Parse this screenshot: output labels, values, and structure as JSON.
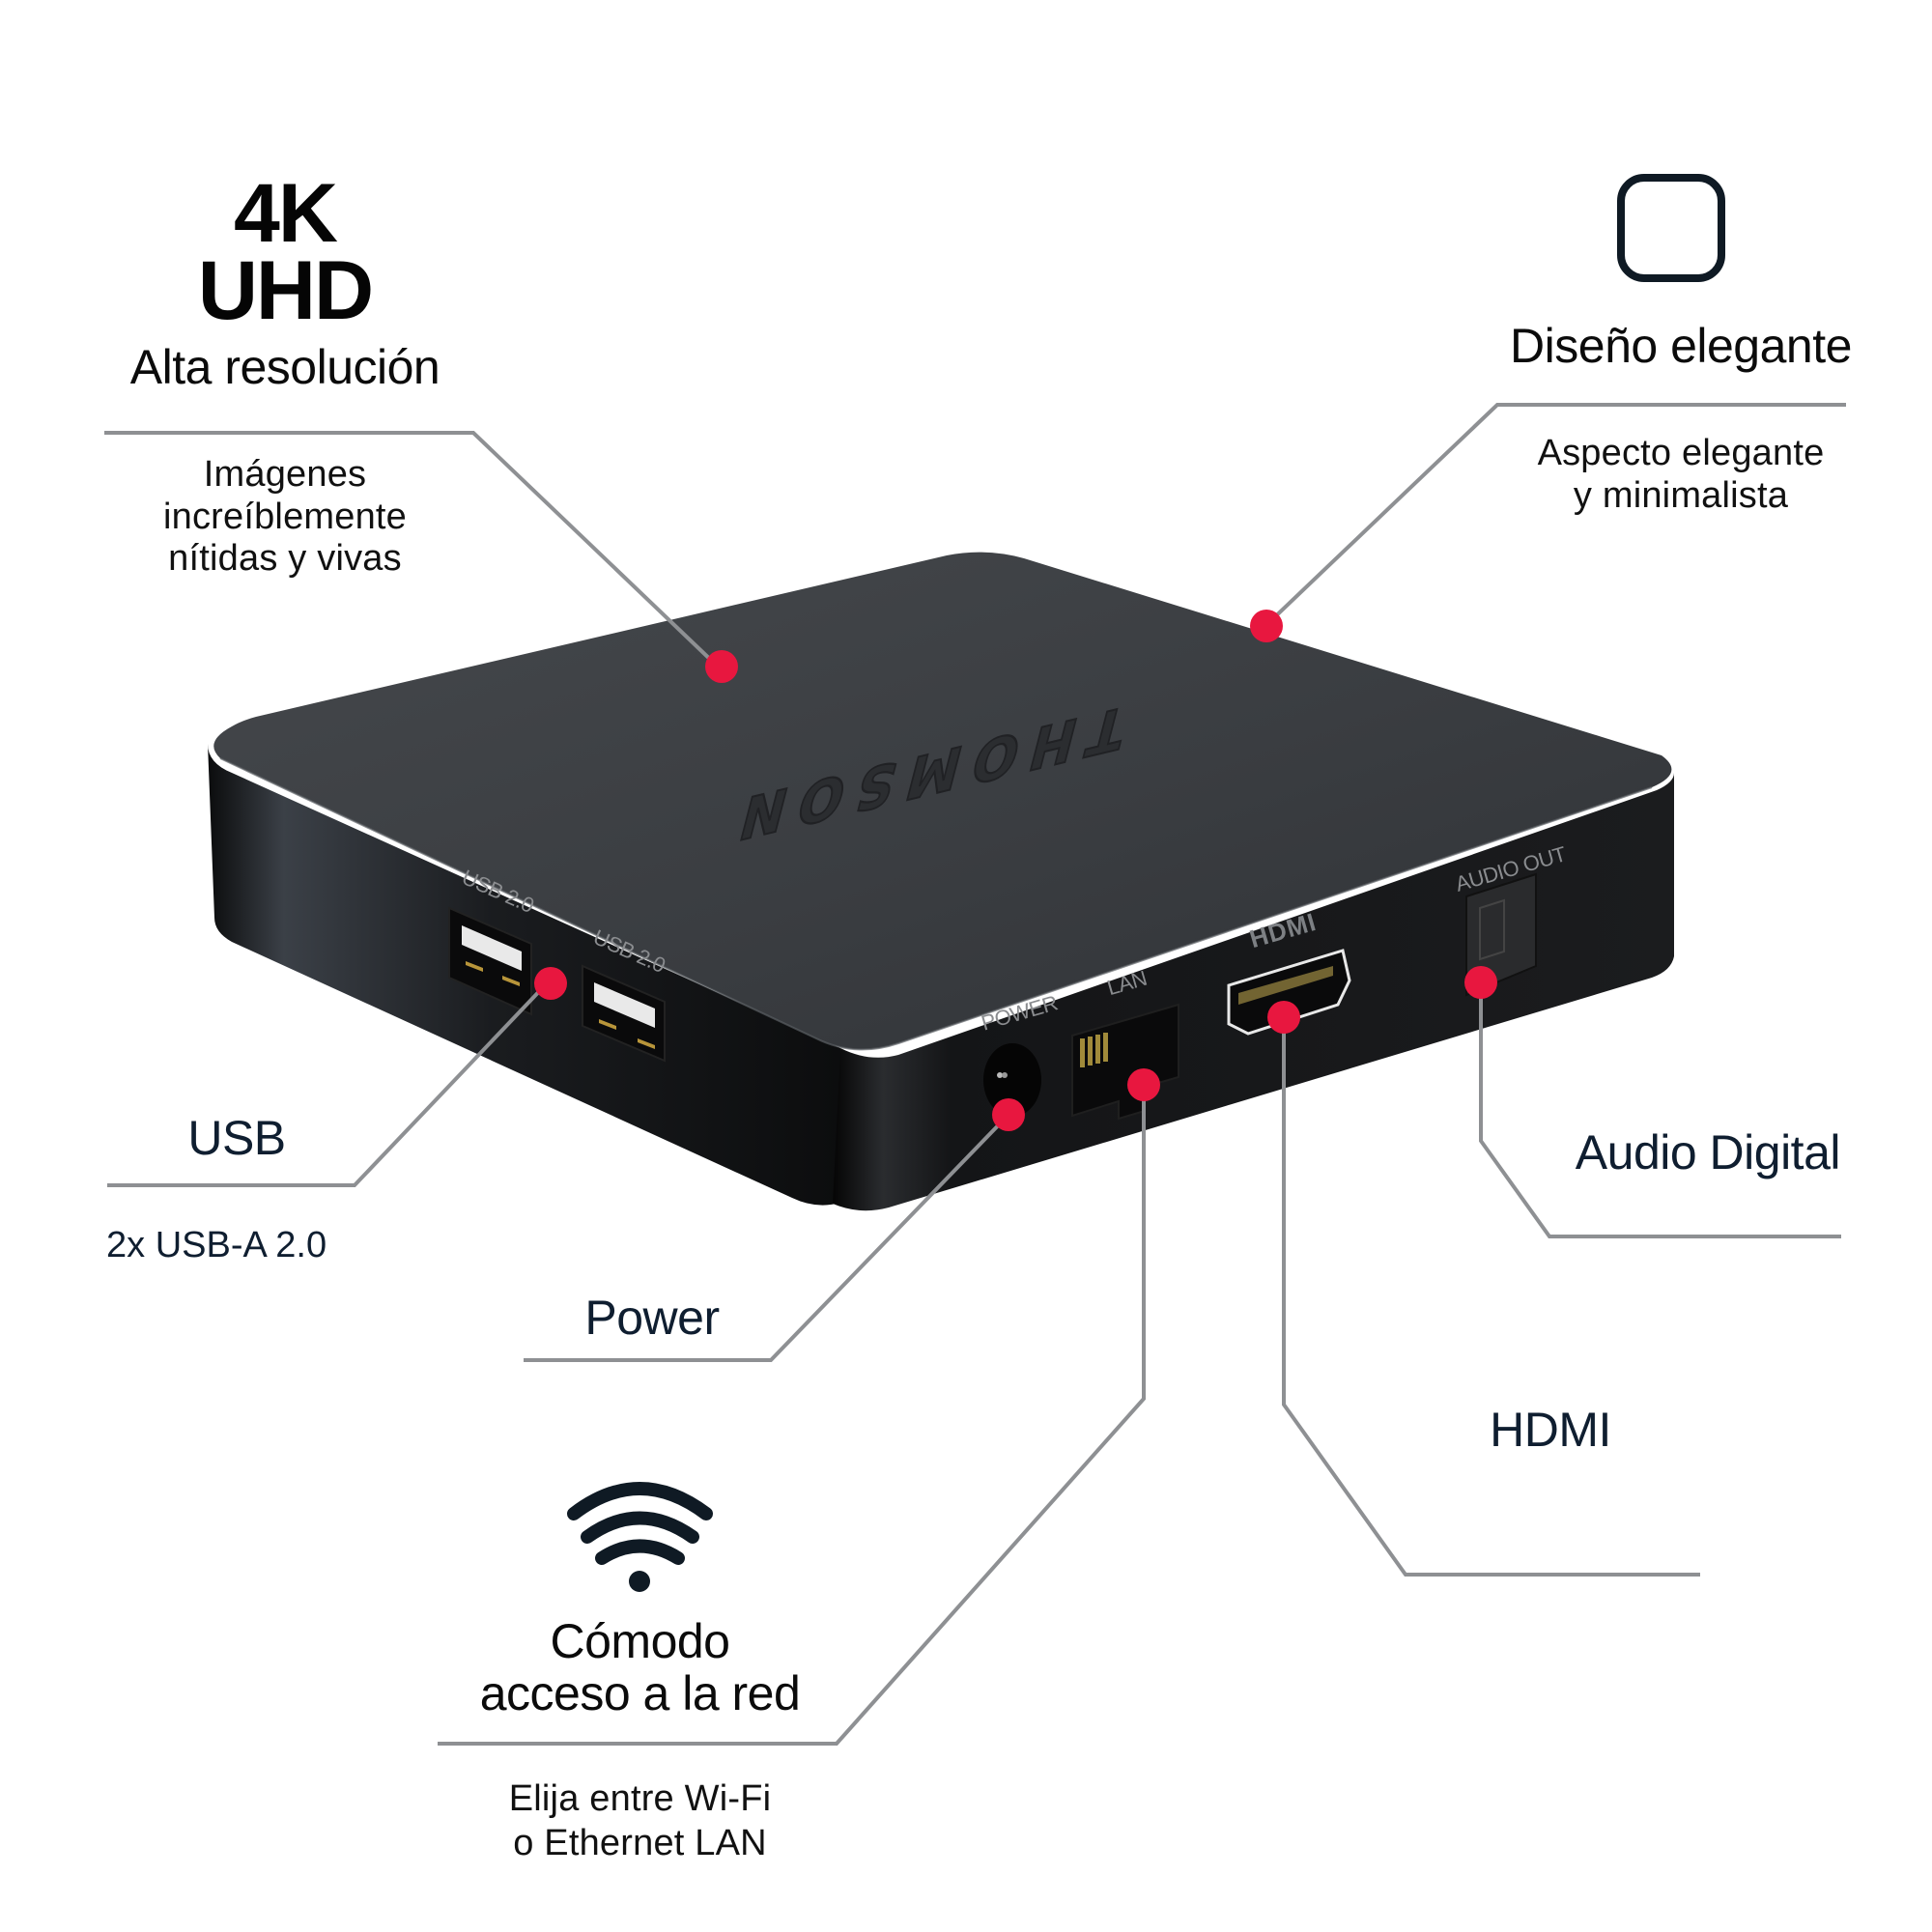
{
  "features": {
    "resolution": {
      "badge_line1": "4K",
      "badge_line2": "UHD",
      "title": "Alta resolución",
      "description_lines": [
        "Imágenes",
        "increíblemente",
        "nítidas y vivas"
      ]
    },
    "design": {
      "icon": "rounded-square-icon",
      "title": "Diseño elegante",
      "description_lines": [
        "Aspecto elegante",
        "y minimalista"
      ]
    },
    "usb": {
      "title": "USB",
      "description": "2x USB-A 2.0"
    },
    "power": {
      "title": "Power"
    },
    "network": {
      "icon": "wifi-icon",
      "title_lines": [
        "Cómodo",
        "acceso a la red"
      ],
      "description_lines": [
        "Elija entre Wi-Fi",
        "o Ethernet LAN"
      ]
    },
    "audio": {
      "title": "Audio Digital"
    },
    "hdmi": {
      "title": "HDMI"
    }
  },
  "device": {
    "brand": "THOMSON",
    "port_labels": {
      "usb_1": "USB 2.0",
      "usb_2": "USB 2.0",
      "power": "POWER",
      "lan": "LAN",
      "hdmi": "HDMI",
      "audio_out": "AUDIO OUT"
    }
  },
  "colors": {
    "marker": "#e8173f",
    "connector_line": "#8e9093",
    "text_dark": "#0f1e30",
    "device_top": "#3a3d41",
    "device_side": "#131416"
  }
}
